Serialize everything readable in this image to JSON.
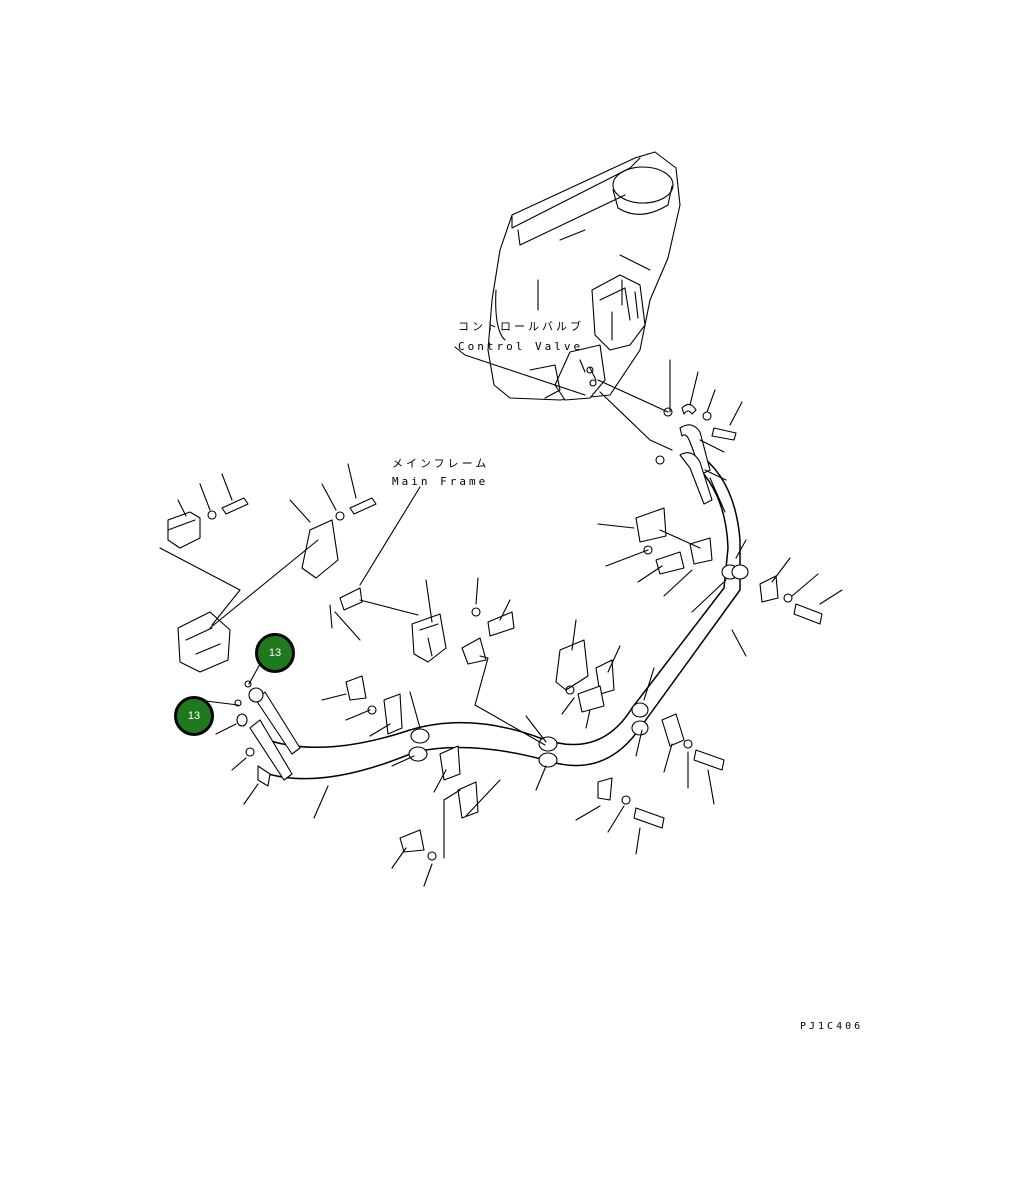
{
  "labels": {
    "control_valve_jp": "コントロールバルブ",
    "control_valve_en": "Control Valve",
    "main_frame_jp": "メインフレーム",
    "main_frame_en": "Main Frame",
    "drawing_code": "PJ1C406"
  },
  "callouts": [
    {
      "number": "13",
      "color": "#1f7a1f"
    },
    {
      "number": "13",
      "color": "#1f7a1f"
    }
  ]
}
